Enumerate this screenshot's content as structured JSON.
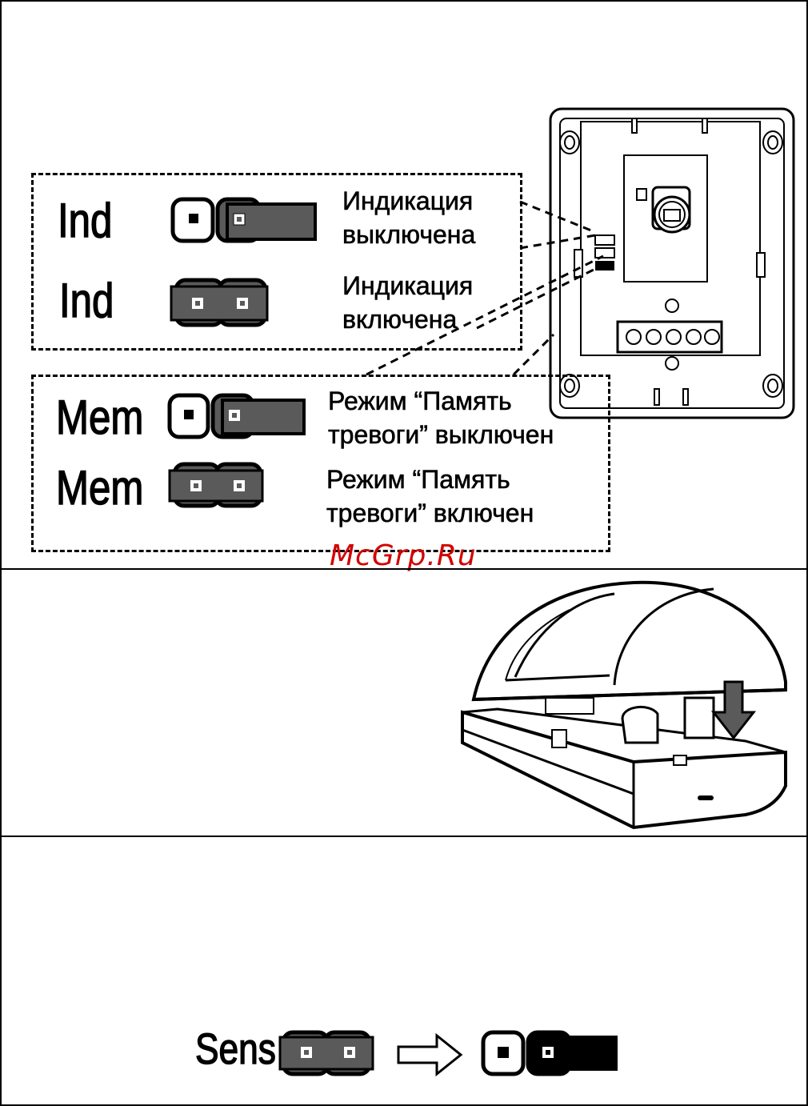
{
  "colors": {
    "ink": "#000000",
    "jumper_fill": "#5a5a5a",
    "watermark": "#d40000",
    "paper": "#ffffff"
  },
  "section1": {
    "ind_group": {
      "rows": [
        {
          "label": "Ind",
          "state": "off",
          "description": "Индикация\nвыключена"
        },
        {
          "label": "Ind",
          "state": "on",
          "description": "Индикация\nвключена"
        }
      ]
    },
    "mem_group": {
      "rows": [
        {
          "label": "Mem",
          "state": "off",
          "description": "Режим “Память\nтревоги” выключен"
        },
        {
          "label": "Mem",
          "state": "on",
          "description": "Режим “Память\nтревоги” включен"
        }
      ]
    },
    "watermark": "McGrp.Ru"
  },
  "section3": {
    "sens_label": "Sens"
  },
  "icons": [
    "jumper-pins-open-icon",
    "jumper-pins-closed-icon",
    "right-arrow-icon",
    "down-arrow-icon"
  ]
}
